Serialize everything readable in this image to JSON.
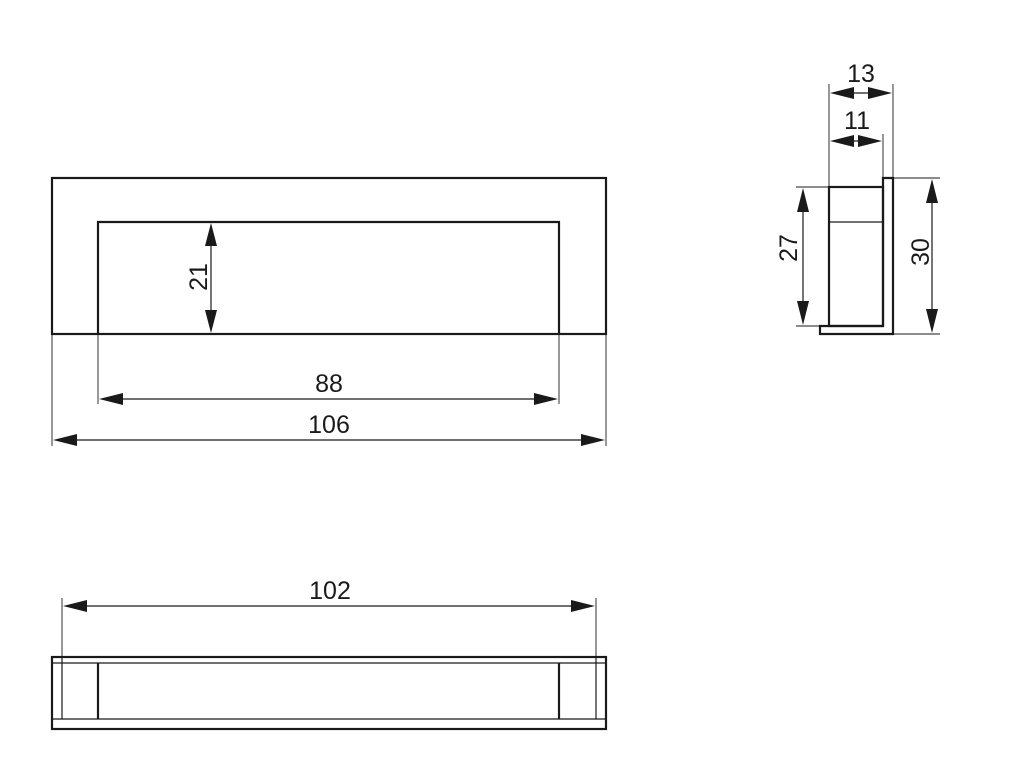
{
  "dimensions": {
    "front_opening_height": "21",
    "front_opening_width": "88",
    "front_overall_width": "106",
    "bottom_overall_width": "102",
    "side_depth_outer": "13",
    "side_depth_inner": "11",
    "side_height_inner": "27",
    "side_height_outer": "30"
  }
}
